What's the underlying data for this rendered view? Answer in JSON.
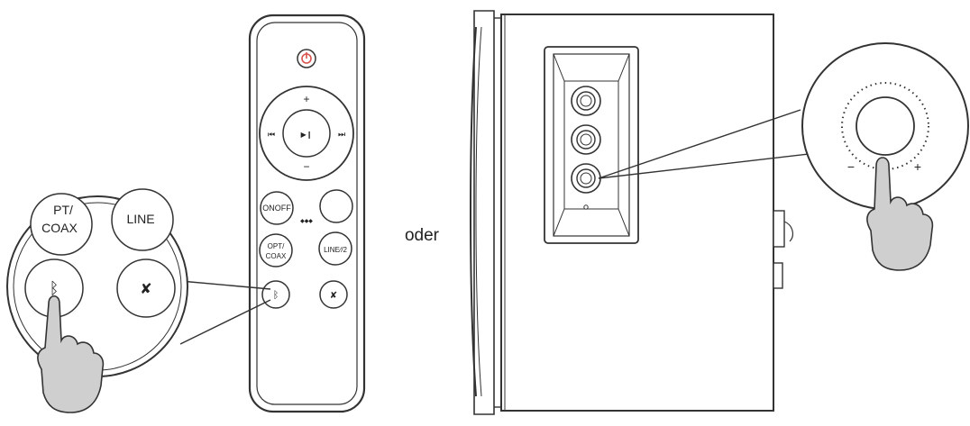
{
  "remote": {
    "power_label": "",
    "nav_up": "+",
    "nav_down": "−",
    "nav_prev": "⏮",
    "nav_next": "⏭",
    "play_pause": "▶❙",
    "onoff_label": "ONOFF",
    "link_label": "◆◆◆",
    "opt_label_1": "OPT/",
    "opt_label_2": "COAX",
    "line2_label": "LINE∕/2",
    "bt_symbol": "ᛒ",
    "mute_symbol": "✘"
  },
  "magnifier_left": {
    "label_opt_1": "PT/",
    "label_opt_2": "COAX",
    "label_line": "LINE",
    "bt_symbol": "ᛒ",
    "mute_symbol": "✘"
  },
  "separator": {
    "text": "oder"
  },
  "knob_magnifier": {
    "minus": "−",
    "plus": "+"
  },
  "colors": {
    "stroke": "#333333",
    "power_red": "#d9534f",
    "finger_fill": "#cfcfcf"
  }
}
